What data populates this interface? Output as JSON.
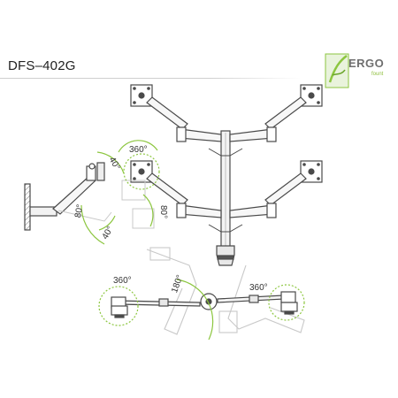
{
  "header": {
    "model": "DFS–402G"
  },
  "logo": {
    "brand": "ERGO",
    "tagline": "fount",
    "icon": "ergo-leaf-logo-icon",
    "accent_color": "#8cc63f"
  },
  "angles": {
    "top_swivel": "360°",
    "tilt_up": "40°",
    "tilt_down": "40°",
    "arm_rotation": "80°",
    "pan": "180°",
    "left_rotate": "360°",
    "right_rotate": "360°"
  },
  "colors": {
    "line": "#4a4a4a",
    "accent": "#8cc63f",
    "ghost": "#c8c8c8"
  }
}
